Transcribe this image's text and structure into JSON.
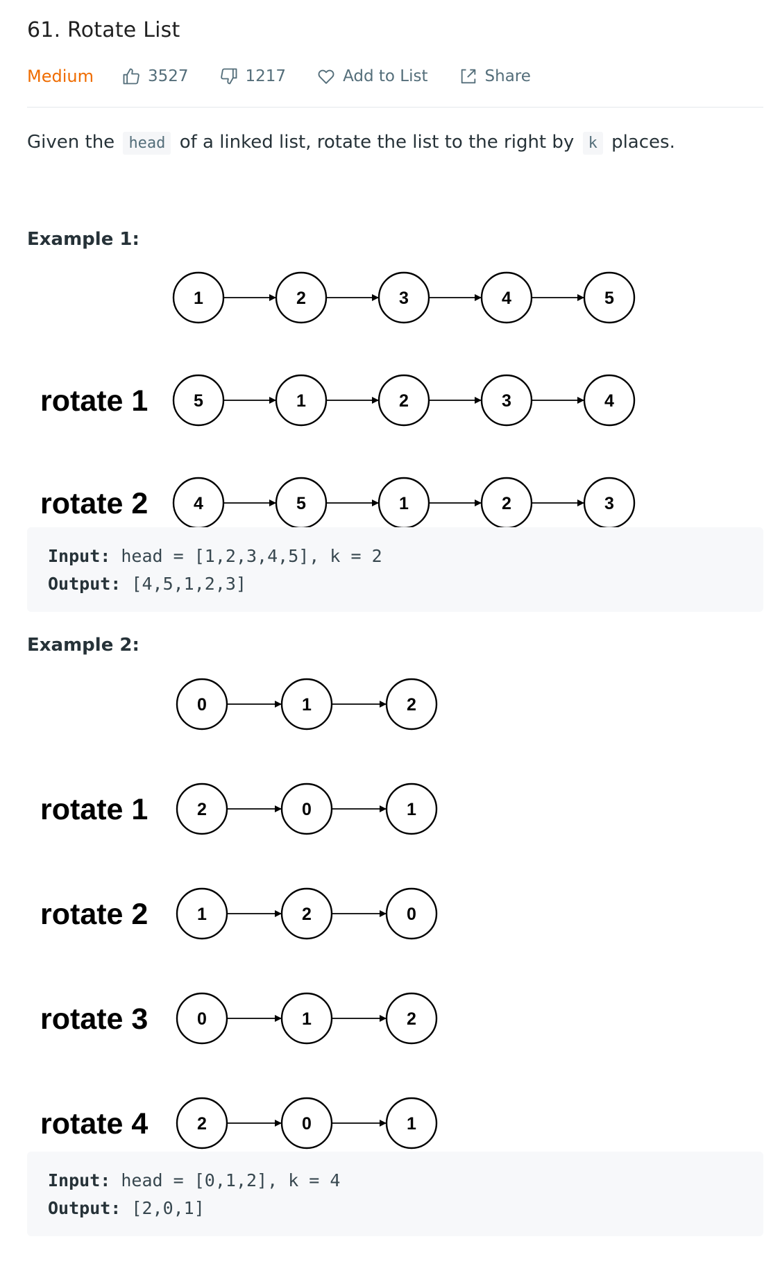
{
  "problem": {
    "title": "61. Rotate List",
    "difficulty": "Medium",
    "likes": "3527",
    "dislikes": "1217",
    "add_to_list": "Add to List",
    "share": "Share"
  },
  "description": {
    "part1": "Given the",
    "code1": "head",
    "part2": "of a linked list, rotate the list to the right by",
    "code2": "k",
    "part3": "places."
  },
  "examples": [
    {
      "title": "Example 1:",
      "rows": [
        {
          "label": "",
          "nodes": [
            "1",
            "2",
            "3",
            "4",
            "5"
          ]
        },
        {
          "label": "rotate 1",
          "nodes": [
            "5",
            "1",
            "2",
            "3",
            "4"
          ]
        },
        {
          "label": "rotate 2",
          "nodes": [
            "4",
            "5",
            "1",
            "2",
            "3"
          ]
        }
      ],
      "input_key": "Input:",
      "input_value": "head = [1,2,3,4,5], k = 2",
      "output_key": "Output:",
      "output_value": "[4,5,1,2,3]"
    },
    {
      "title": "Example 2:",
      "rows": [
        {
          "label": "",
          "nodes": [
            "0",
            "1",
            "2"
          ]
        },
        {
          "label": "rotate 1",
          "nodes": [
            "2",
            "0",
            "1"
          ]
        },
        {
          "label": "rotate 2",
          "nodes": [
            "1",
            "2",
            "0"
          ]
        },
        {
          "label": "rotate 3",
          "nodes": [
            "0",
            "1",
            "2"
          ]
        },
        {
          "label": "rotate 4",
          "nodes": [
            "2",
            "0",
            "1"
          ]
        }
      ],
      "input_key": "Input:",
      "input_value": "head = [0,1,2], k = 4",
      "output_key": "Output:",
      "output_value": "[2,0,1]"
    }
  ],
  "icons": {
    "likes": "thumbs-up-icon",
    "dislikes": "thumbs-down-icon",
    "add_to_list": "heart-icon",
    "share": "share-icon"
  },
  "colors": {
    "difficulty": "#ef6c00",
    "code_background": "#f7f8fa"
  }
}
